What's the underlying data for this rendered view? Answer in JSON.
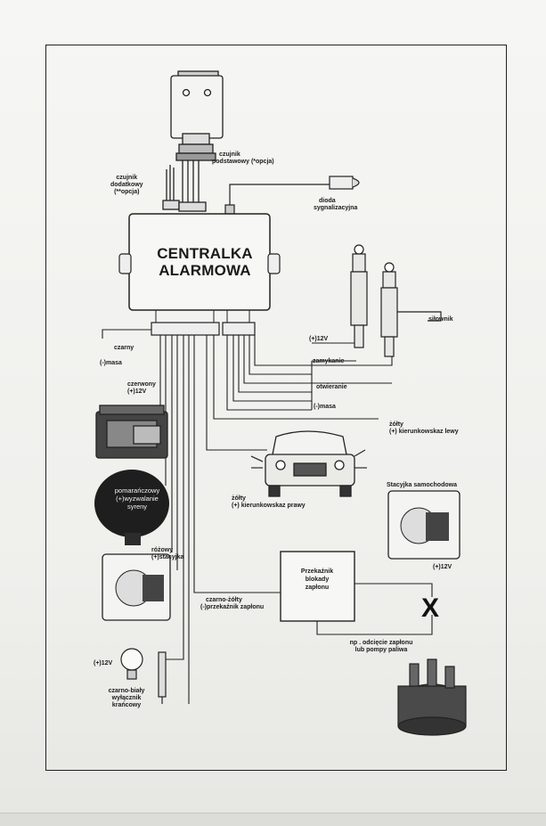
{
  "control_unit": {
    "line1": "CENTRALKA",
    "line2": "ALARMOWA"
  },
  "labels": {
    "sensor_aux_1": "czujnik",
    "sensor_aux_2": "dodatkowy",
    "sensor_aux_3": "(**opcja)",
    "sensor_basic_1": "czujnik",
    "sensor_basic_2": "podstawowy (*opcja)",
    "led_1": "dioda",
    "led_2": "sygnalizacyjna",
    "actuator": "siłownik",
    "black": "czarny",
    "ground_left": "(-)masa",
    "plus12_top": "(+)12V",
    "locking": "zamykanie",
    "unlocking": "otwieranie",
    "ground_right": "(-)masa",
    "red_1": "czerwony",
    "red_2": "(+)12V",
    "yellow_left_1": "żółty",
    "yellow_left_2": "(+) kierunkowskaz lewy",
    "yellow_right_1": "żółty",
    "yellow_right_2": "(+) kierunkowskaz prawy",
    "ignition_switch": "Stacyjka samochodowa",
    "siren_1": "pomarańczowy",
    "siren_2": "(+)wyzwalanie",
    "siren_3": "syreny",
    "pink_1": "różowy",
    "pink_2": "(+)stacyjka",
    "plus12_mid": "(+)12V",
    "black_yellow_1": "czarno-żółty",
    "black_yellow_2": "(-)przekaźnik zapłonu",
    "relay_1": "Przekaźnik",
    "relay_2": "blokady",
    "relay_3": "zapłonu",
    "cutoff_1": "np . odcięcie zapłonu",
    "cutoff_2": "lub pompy paliwa",
    "plus12_bottom": "(+)12V",
    "black_white_1": "czarno-biały",
    "black_white_2": "wyłącznik",
    "black_white_3": "krańcowy",
    "cross_mark": "X"
  }
}
